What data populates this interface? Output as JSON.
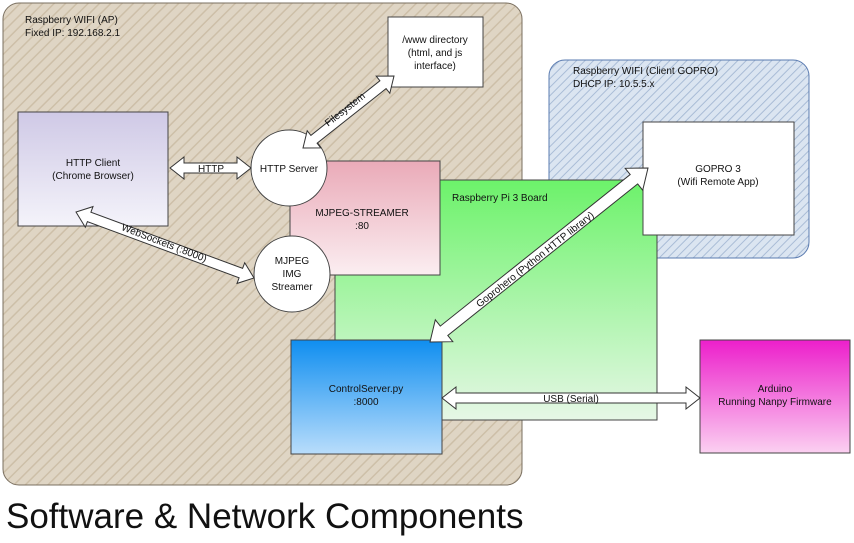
{
  "title": "Software & Network Components",
  "ap_region": {
    "line1": "Raspberry WIFI (AP)",
    "line2": "Fixed IP: 192.168.2.1"
  },
  "gopro_region": {
    "line1": "Raspberry WIFI (Client GOPRO)",
    "line2": "DHCP IP: 10.5.5.x"
  },
  "www_box": {
    "line1": "/www directory",
    "line2": "(html, and js",
    "line3": "interface)"
  },
  "http_client": {
    "line1": "HTTP Client",
    "line2": "(Chrome Browser)"
  },
  "http_server": {
    "label": "HTTP Server"
  },
  "mjpeg_streamer": {
    "line1": "MJPEG-STREAMER",
    "line2": ":80"
  },
  "mjpeg_img": {
    "line1": "MJPEG",
    "line2": "IMG",
    "line3": "Streamer"
  },
  "pi_board": {
    "label": "Raspberry Pi 3 Board"
  },
  "gopro": {
    "line1": "GOPRO 3",
    "line2": "(Wifi Remote App)"
  },
  "control_server": {
    "line1": "ControlServer.py",
    "line2": ":8000"
  },
  "arduino": {
    "line1": "Arduino",
    "line2": "Running Nanpy Firmware"
  },
  "arrows": {
    "http": "HTTP",
    "filesystem": "Filesystem",
    "websockets": "WebSockets (:8000)",
    "goprohero": "Goprohero (Python HTTP library)",
    "usb": "USB (Serial)"
  },
  "colors": {
    "ap_fill": "#dcd2c0",
    "gopro_fill": "#c7d5e6",
    "client_fill": "#dcd9ec",
    "streamer_fill": "#eebcc6",
    "pi_fill": "#7ef27a",
    "control_fill": "#2196ef",
    "arduino_fill": "#ee2fce"
  }
}
